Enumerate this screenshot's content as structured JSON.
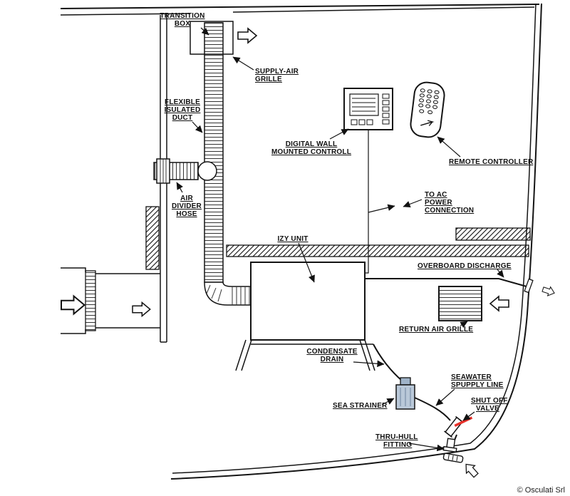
{
  "title": "Marine air conditioning installation diagram",
  "labels": {
    "transition_box_line1": "TRANSITION",
    "transition_box_line2": "BOX",
    "supply_air_line1": "SUPPLY-AIR",
    "supply_air_line2": "GRILLE",
    "flexible_duct_line1": "FLEXIBLE",
    "flexible_duct_line2": "ISULATED",
    "flexible_duct_line3": "DUCT",
    "air_divider_line1": "AIR",
    "air_divider_line2": "DIVIDER",
    "air_divider_line3": "HOSE",
    "wall_control_line1": "DIGITAL WALL",
    "wall_control_line2": "MOUNTED CONTROLL",
    "remote_controller": "REMOTE CONTROLLER",
    "ac_power_line1": "TO AC",
    "ac_power_line2": "POWER",
    "ac_power_line3": "CONNECTION",
    "izy_unit": "IZY UNIT",
    "overboard_discharge": "OVERBOARD DISCHARGE",
    "return_air_grille": "RETURN AIR GRILLE",
    "condensate_line1": "CONDENSATE",
    "condensate_line2": "DRAIN",
    "seawater_line1": "SEAWATER",
    "seawater_line2": "SPUPPLY LINE",
    "sea_strainer": "SEA STRAINER",
    "shut_off_line1": "SHUT OFF",
    "shut_off_line2": "VALVE",
    "thru_hull_line1": "THRU-HULL",
    "thru_hull_line2": "FITTING",
    "copyright": "© Osculati Srl"
  },
  "colors": {
    "line": "#141414",
    "valve_handle": "#e8312a",
    "strainer_body": "#b9c8d8"
  }
}
